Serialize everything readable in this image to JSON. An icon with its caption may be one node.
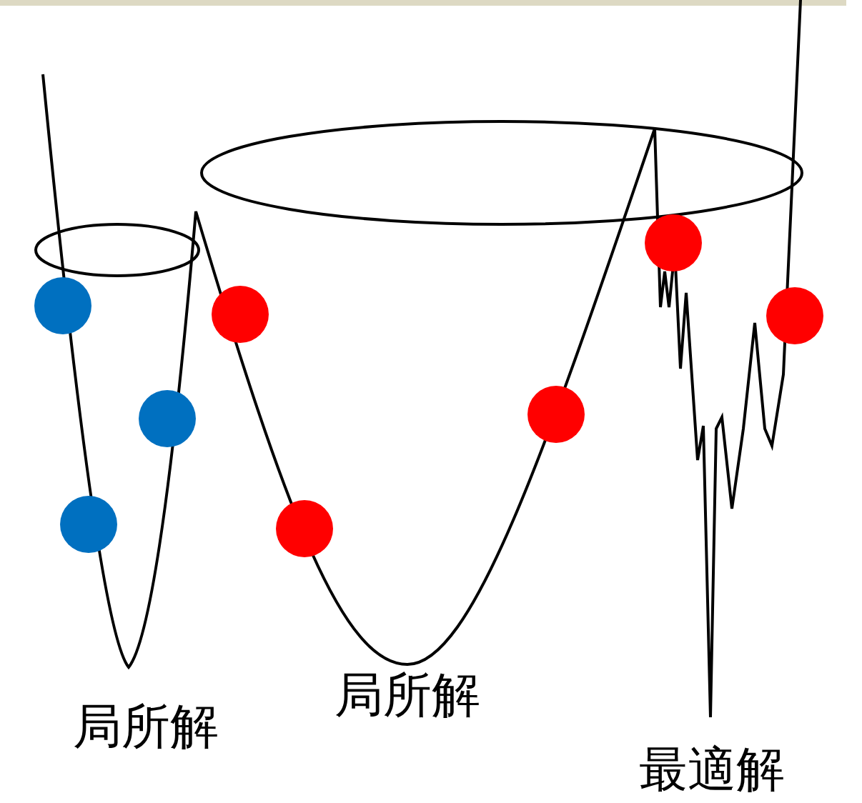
{
  "diagram": {
    "labels": [
      "局所解",
      "局所解",
      "最適解"
    ]
  }
}
